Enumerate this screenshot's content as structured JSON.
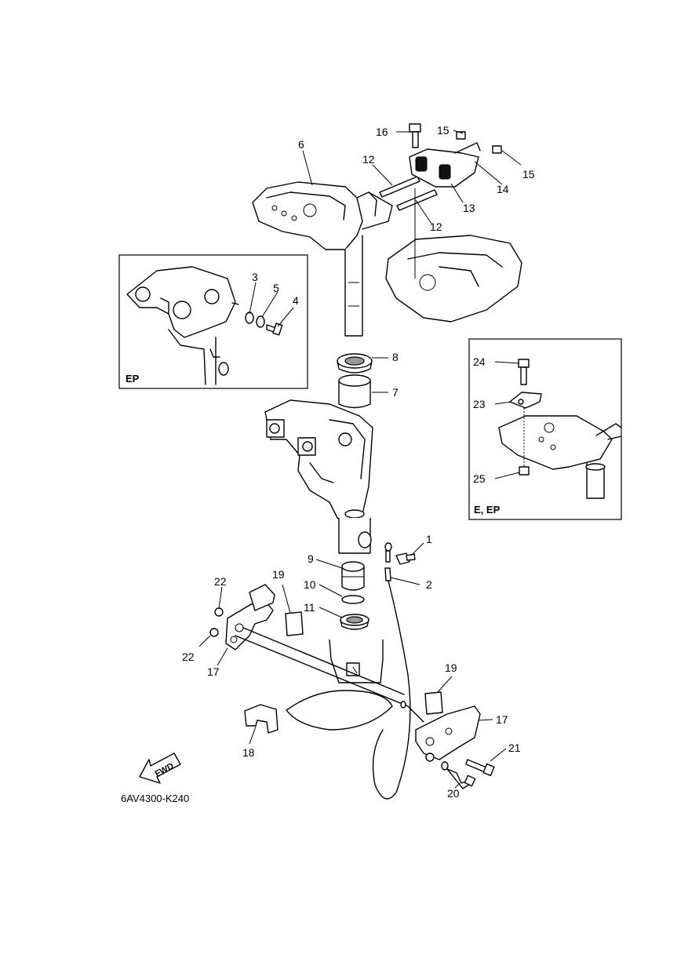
{
  "diagram": {
    "drawing_code": "6AV4300-K240",
    "direction_label": "FWD",
    "insets": [
      {
        "id": "ep",
        "label": "EP"
      },
      {
        "id": "e-ep",
        "label": "E, EP"
      }
    ],
    "callouts": [
      "1",
      "2",
      "3",
      "4",
      "5",
      "6",
      "7",
      "8",
      "9",
      "10",
      "11",
      "12",
      "12",
      "13",
      "14",
      "15",
      "15",
      "16",
      "17",
      "17",
      "18",
      "19",
      "19",
      "20",
      "21",
      "22",
      "22",
      "23",
      "24",
      "25"
    ]
  }
}
